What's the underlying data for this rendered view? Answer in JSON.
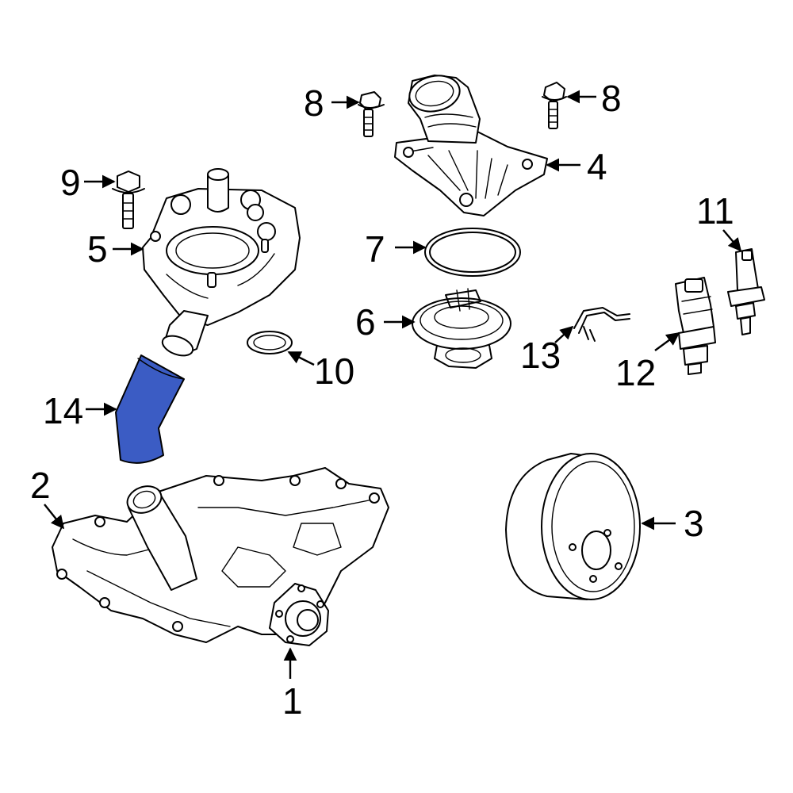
{
  "diagram": {
    "callouts": {
      "c1": "1",
      "c2": "2",
      "c3": "3",
      "c4": "4",
      "c5": "5",
      "c6": "6",
      "c7": "7",
      "c8a": "8",
      "c8b": "8",
      "c9": "9",
      "c10": "10",
      "c11": "11",
      "c12": "12",
      "c13": "13",
      "c14": "14"
    },
    "colors": {
      "highlight": "#3b5cc4",
      "line": "#000000",
      "background": "#ffffff"
    }
  }
}
